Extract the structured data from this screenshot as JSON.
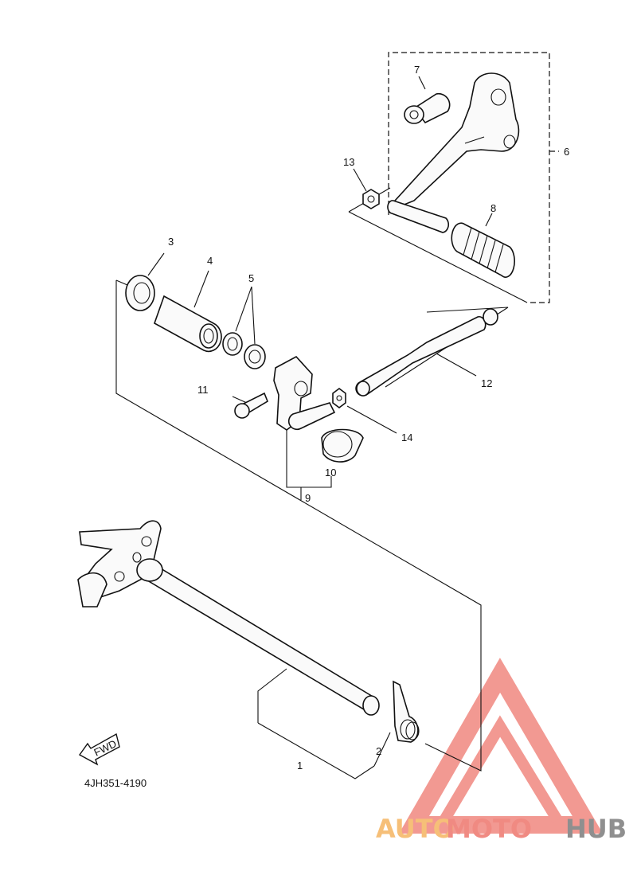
{
  "diagram_code": "4JH351-4190",
  "fwd_label": "FWD",
  "callouts": [
    "1",
    "2",
    "3",
    "4",
    "5",
    "6",
    "7",
    "8",
    "9",
    "10",
    "11",
    "12",
    "13",
    "14"
  ],
  "watermark": {
    "part1": "AUTO",
    "part2": "MOTO",
    "part3": "HUB"
  },
  "colors": {
    "line": "#111111",
    "watermark_red": "#e8463a",
    "watermark_orange": "#f6bf78",
    "watermark_gray": "#8f8f8f"
  }
}
